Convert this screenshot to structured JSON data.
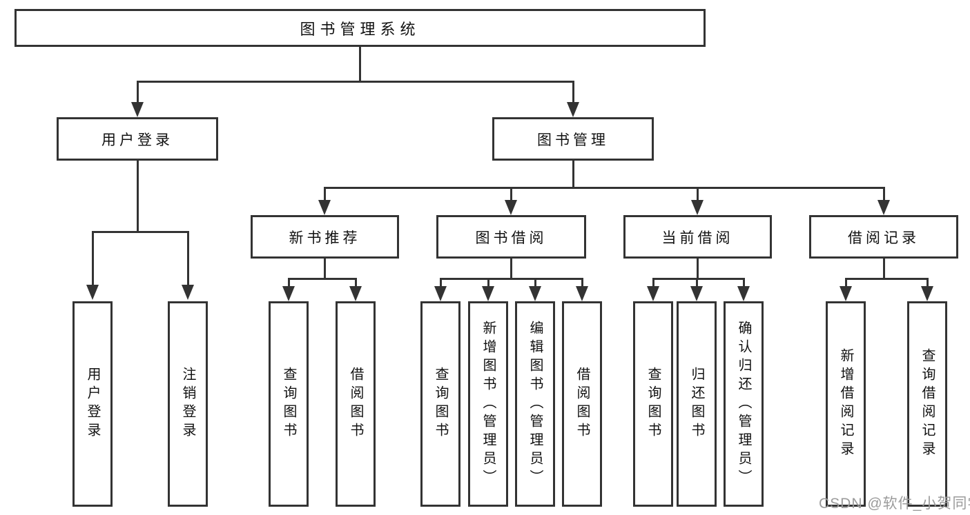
{
  "diagram": {
    "root": {
      "label": "图书管理系统"
    },
    "login": {
      "label": "用户登录",
      "children": [
        {
          "label": "用户登录"
        },
        {
          "label": "注销登录"
        }
      ]
    },
    "management": {
      "label": "图书管理",
      "groups": [
        {
          "label": "新书推荐",
          "children": [
            {
              "label": "查询图书"
            },
            {
              "label": "借阅图书"
            }
          ]
        },
        {
          "label": "图书借阅",
          "children": [
            {
              "label": "查询图书"
            },
            {
              "label": "新增图书（管理员）"
            },
            {
              "label": "编辑图书（管理员）"
            },
            {
              "label": "借阅图书"
            }
          ]
        },
        {
          "label": "当前借阅",
          "children": [
            {
              "label": "查询图书"
            },
            {
              "label": "归还图书"
            },
            {
              "label": "确认归还（管理员）"
            }
          ]
        },
        {
          "label": "借阅记录",
          "children": [
            {
              "label": "新增借阅记录"
            },
            {
              "label": "查询借阅记录"
            }
          ]
        }
      ]
    },
    "watermark": "CSDN @软件_小贺同学",
    "colors": {
      "line": "#333333",
      "text": "#111111",
      "watermark": "#9b9b9b",
      "background": "#ffffff"
    }
  }
}
